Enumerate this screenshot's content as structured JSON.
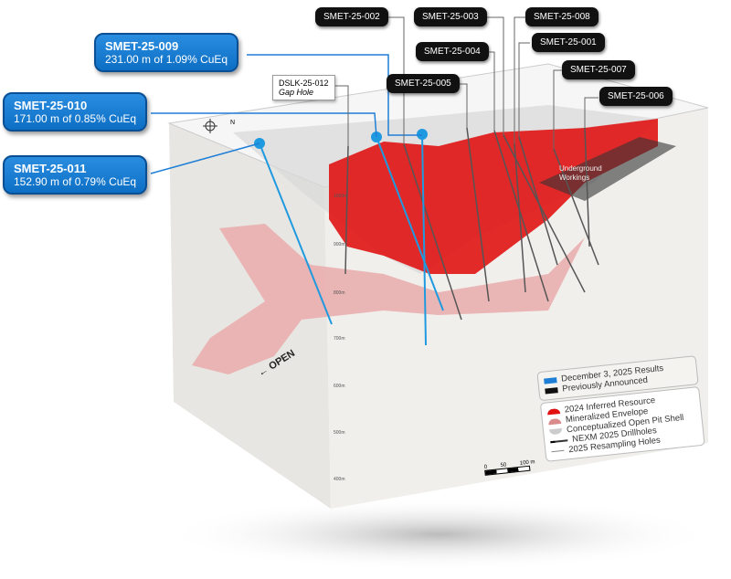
{
  "callouts": [
    {
      "hole": "SMET-25-009",
      "result": "231.00 m of 1.09% CuEq"
    },
    {
      "hole": "SMET-25-010",
      "result": "171.00 m of 0.85% CuEq"
    },
    {
      "hole": "SMET-25-011",
      "result": "152.90 m of 0.79% CuEq"
    }
  ],
  "tags": [
    "SMET-25-002",
    "SMET-25-003",
    "SMET-25-008",
    "SMET-25-004",
    "SMET-25-001",
    "SMET-25-005",
    "SMET-25-007",
    "SMET-25-006"
  ],
  "gap_hole": {
    "id": "DSLK-25-012",
    "label": "Gap Hole"
  },
  "underground": "Underground Workings",
  "open_label": "OPEN",
  "elevations": [
    "1000m",
    "900m",
    "800m",
    "700m",
    "600m",
    "500m",
    "400m"
  ],
  "legend": {
    "date_items": [
      "December 3, 2025 Results",
      "Previously Announced"
    ],
    "items": [
      "2024 Inferred Resource",
      "Mineralized Envelope",
      "Conceptualized Open Pit Shell",
      "NEXM 2025 Drillholes",
      "2025 Resampling Holes"
    ],
    "colors": {
      "new": "#1f7fd6",
      "prev": "#111111",
      "inferred": "#e01010",
      "envelope": "#d98a8a",
      "shell": "#cccccc"
    }
  },
  "scale": {
    "ticks": [
      "0",
      "50",
      "100 m"
    ]
  },
  "compass": "N"
}
